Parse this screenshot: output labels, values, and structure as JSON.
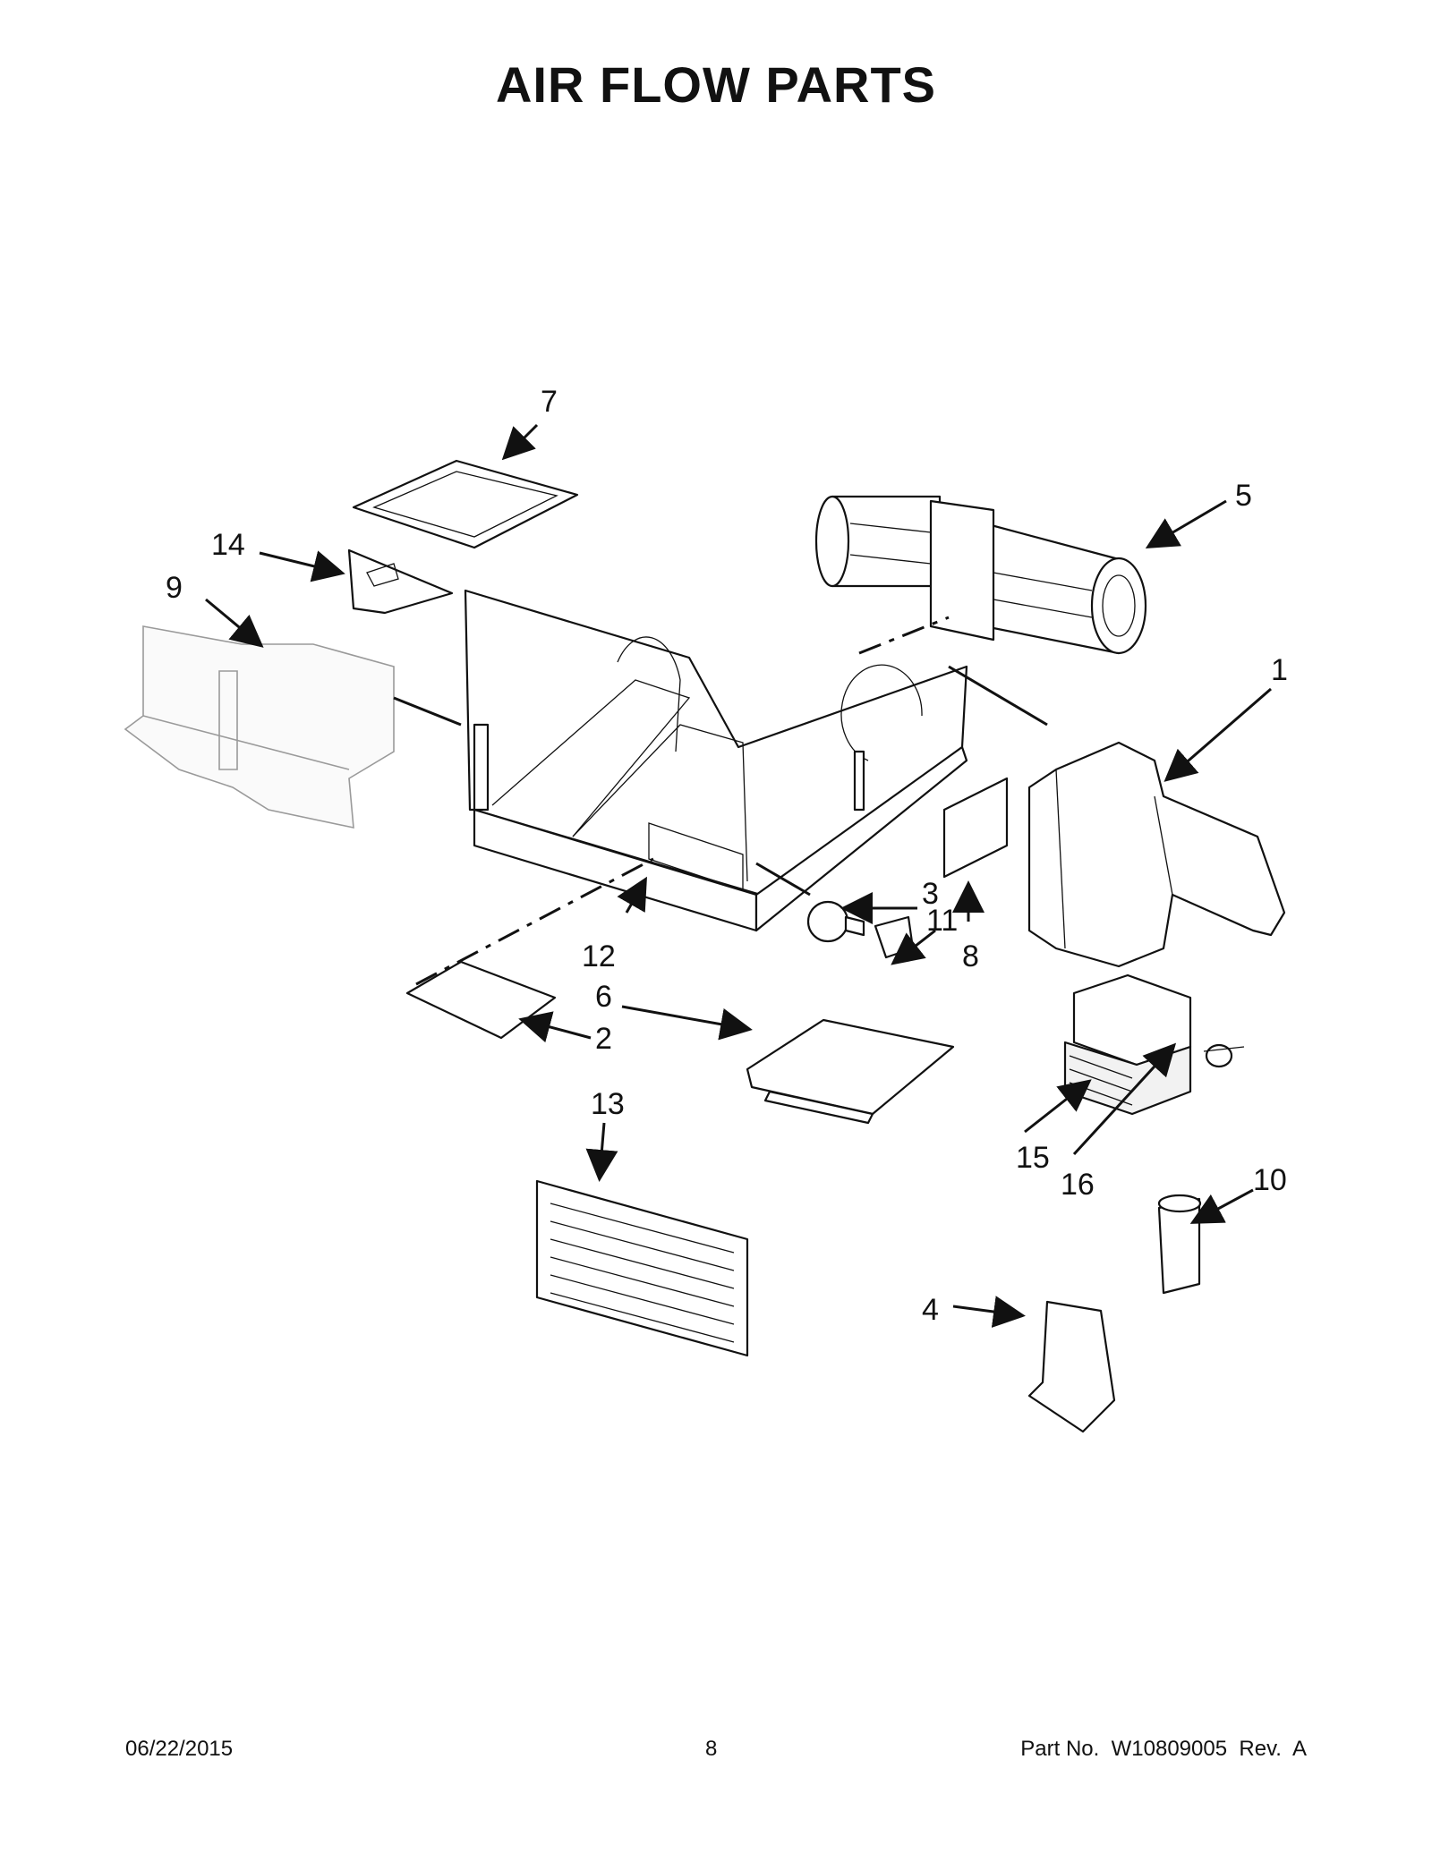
{
  "title": "AIR FLOW PARTS",
  "callouts": [
    {
      "id": "1",
      "text": "1"
    },
    {
      "id": "2",
      "text": "2"
    },
    {
      "id": "3",
      "text": "3"
    },
    {
      "id": "4",
      "text": "4"
    },
    {
      "id": "5",
      "text": "5"
    },
    {
      "id": "6",
      "text": "6"
    },
    {
      "id": "7",
      "text": "7"
    },
    {
      "id": "8",
      "text": "8"
    },
    {
      "id": "9",
      "text": "9"
    },
    {
      "id": "10",
      "text": "10"
    },
    {
      "id": "11",
      "text": "11"
    },
    {
      "id": "12",
      "text": "12"
    },
    {
      "id": "13",
      "text": "13"
    },
    {
      "id": "14",
      "text": "14"
    },
    {
      "id": "15",
      "text": "15"
    },
    {
      "id": "16",
      "text": "16"
    }
  ],
  "footer": {
    "date": "06/22/2015",
    "page": "8",
    "part_no": "Part No.  W10809005  Rev.  A"
  }
}
